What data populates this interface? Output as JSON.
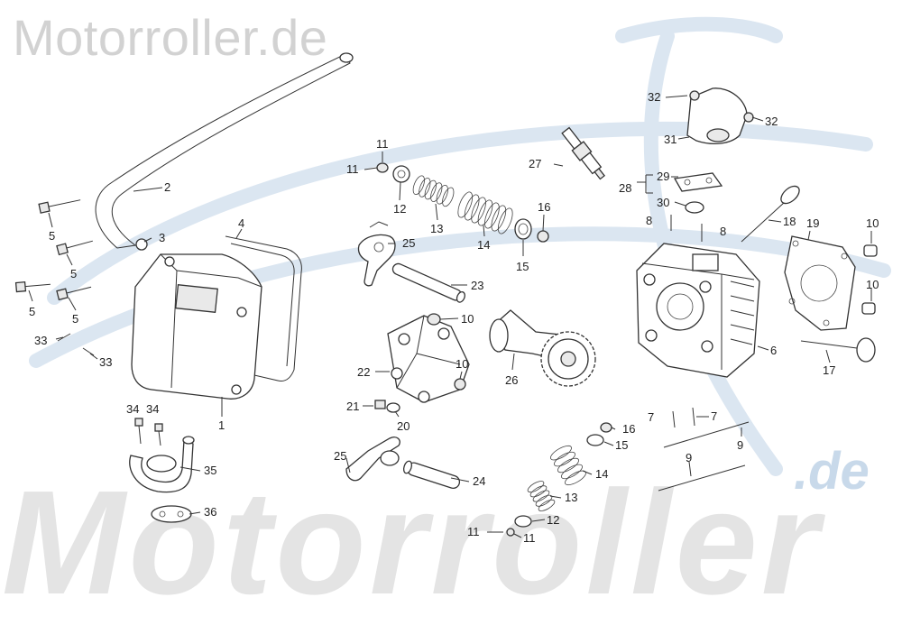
{
  "watermark": {
    "top": "Motorroller.de",
    "bottom": "Motorroller",
    "suffix": ".de",
    "brand_color": "#c8d9ea"
  },
  "callouts": [
    {
      "id": "c2",
      "label": "2"
    },
    {
      "id": "c3",
      "label": "3"
    },
    {
      "id": "c4",
      "label": "4"
    },
    {
      "id": "c5a",
      "label": "5"
    },
    {
      "id": "c5b",
      "label": "5"
    },
    {
      "id": "c5c",
      "label": "5"
    },
    {
      "id": "c5d",
      "label": "5"
    },
    {
      "id": "c33a",
      "label": "33"
    },
    {
      "id": "c33b",
      "label": "33"
    },
    {
      "id": "c1",
      "label": "1"
    },
    {
      "id": "c34a",
      "label": "34"
    },
    {
      "id": "c34b",
      "label": "34"
    },
    {
      "id": "c35",
      "label": "35"
    },
    {
      "id": "c36",
      "label": "36"
    },
    {
      "id": "c11a",
      "label": "11"
    },
    {
      "id": "c11b",
      "label": "11"
    },
    {
      "id": "c12a",
      "label": "12"
    },
    {
      "id": "c13a",
      "label": "13"
    },
    {
      "id": "c14a",
      "label": "14"
    },
    {
      "id": "c15a",
      "label": "15"
    },
    {
      "id": "c16a",
      "label": "16"
    },
    {
      "id": "c27",
      "label": "27"
    },
    {
      "id": "c25a",
      "label": "25"
    },
    {
      "id": "c23",
      "label": "23"
    },
    {
      "id": "c10a",
      "label": "10"
    },
    {
      "id": "c22",
      "label": "22"
    },
    {
      "id": "c10b",
      "label": "10"
    },
    {
      "id": "c26",
      "label": "26"
    },
    {
      "id": "c21",
      "label": "21"
    },
    {
      "id": "c20",
      "label": "20"
    },
    {
      "id": "c25b",
      "label": "25"
    },
    {
      "id": "c24",
      "label": "24"
    },
    {
      "id": "c32a",
      "label": "32"
    },
    {
      "id": "c32b",
      "label": "32"
    },
    {
      "id": "c31",
      "label": "31"
    },
    {
      "id": "c28",
      "label": "28"
    },
    {
      "id": "c29",
      "label": "29"
    },
    {
      "id": "c30",
      "label": "30"
    },
    {
      "id": "c8a",
      "label": "8"
    },
    {
      "id": "c8b",
      "label": "8"
    },
    {
      "id": "c18",
      "label": "18"
    },
    {
      "id": "c19",
      "label": "19"
    },
    {
      "id": "c10c",
      "label": "10"
    },
    {
      "id": "c10d",
      "label": "10"
    },
    {
      "id": "c6",
      "label": "6"
    },
    {
      "id": "c17",
      "label": "17"
    },
    {
      "id": "c7a",
      "label": "7"
    },
    {
      "id": "c7b",
      "label": "7"
    },
    {
      "id": "c9a",
      "label": "9"
    },
    {
      "id": "c9b",
      "label": "9"
    },
    {
      "id": "c16b",
      "label": "16"
    },
    {
      "id": "c15b",
      "label": "15"
    },
    {
      "id": "c14b",
      "label": "14"
    },
    {
      "id": "c13b",
      "label": "13"
    },
    {
      "id": "c12b",
      "label": "12"
    },
    {
      "id": "c11c",
      "label": "11"
    },
    {
      "id": "c11d",
      "label": "11"
    }
  ]
}
